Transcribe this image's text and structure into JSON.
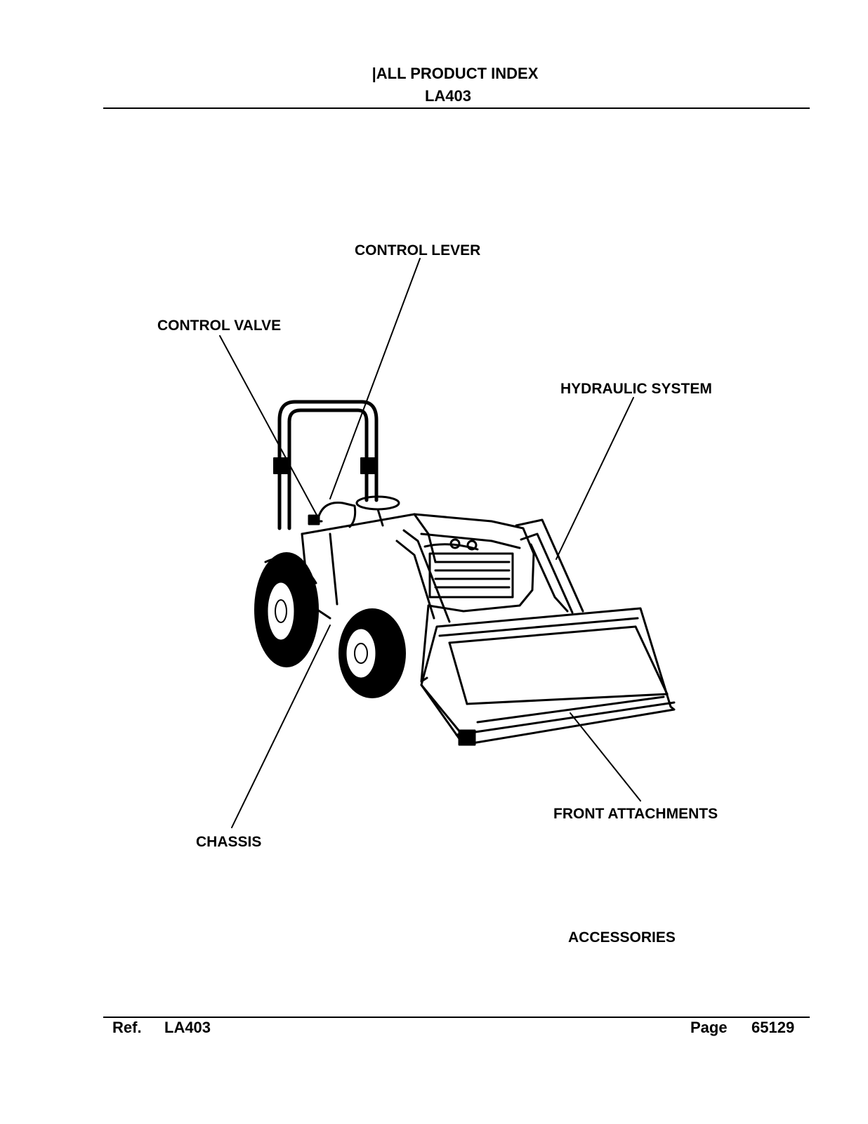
{
  "header": {
    "title_line1": "|ALL PRODUCT INDEX",
    "title_line2": "LA403"
  },
  "callouts": {
    "control_lever": "CONTROL LEVER",
    "control_valve": "CONTROL VALVE",
    "hydraulic_system": "HYDRAULIC SYSTEM",
    "front_attachments": "FRONT ATTACHMENTS",
    "chassis": "CHASSIS",
    "accessories": "ACCESSORIES"
  },
  "footer": {
    "ref_label": "Ref.",
    "ref_value": "LA403",
    "page_label": "Page",
    "page_value": "65129"
  }
}
